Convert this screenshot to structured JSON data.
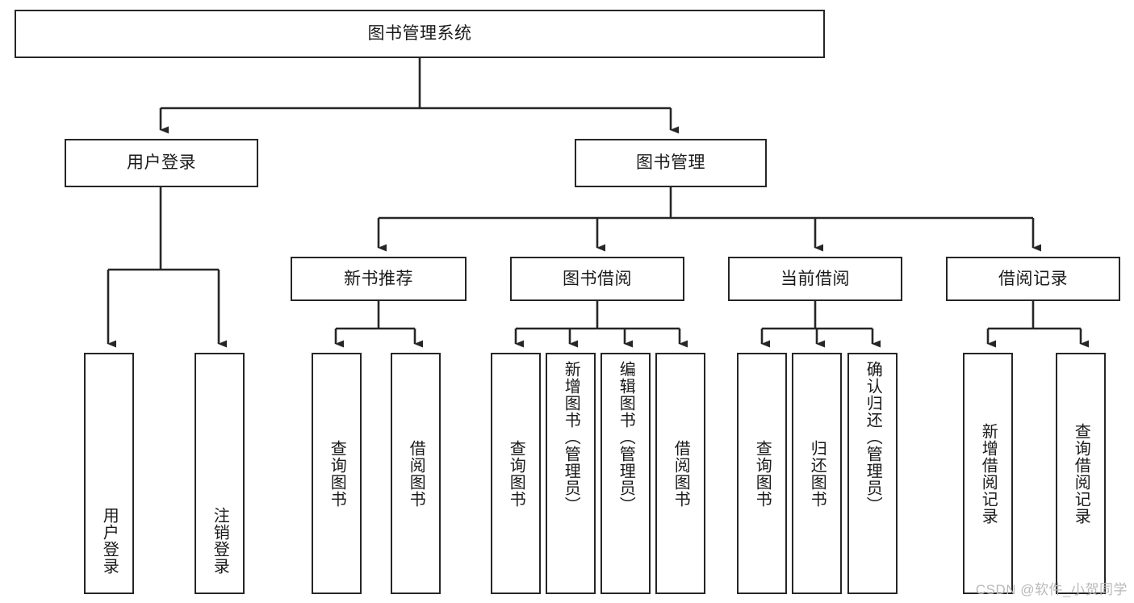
{
  "diagram": {
    "title": "图书管理系统",
    "watermark": "CSDN @软件_小贺同学",
    "colors": {
      "stroke": "#262626",
      "fill": "#ffffff",
      "text": "#1a1a1a",
      "watermark": "#b9b9b9"
    },
    "nodes": {
      "root": "图书管理系统",
      "level2": {
        "user_login": "用户登录",
        "book_manage": "图书管理"
      },
      "level3": {
        "new_book_rec": "新书推荐",
        "book_borrow": "图书借阅",
        "current_borrow": "当前借阅",
        "borrow_record": "借阅记录"
      },
      "leaves": {
        "user_login_1": "用户登录",
        "user_login_2": "注销登录",
        "new_book_rec_1": "查询图书",
        "new_book_rec_2": "借阅图书",
        "book_borrow_1": "查询图书",
        "book_borrow_2": "新增图书（管理员）",
        "book_borrow_3": "编辑图书（管理员）",
        "book_borrow_4": "借阅图书",
        "current_borrow_1": "查询图书",
        "current_borrow_2": "归还图书",
        "current_borrow_3": "确认归还（管理员）",
        "borrow_record_1": "新增借阅记录",
        "borrow_record_2": "查询借阅记录"
      }
    }
  }
}
